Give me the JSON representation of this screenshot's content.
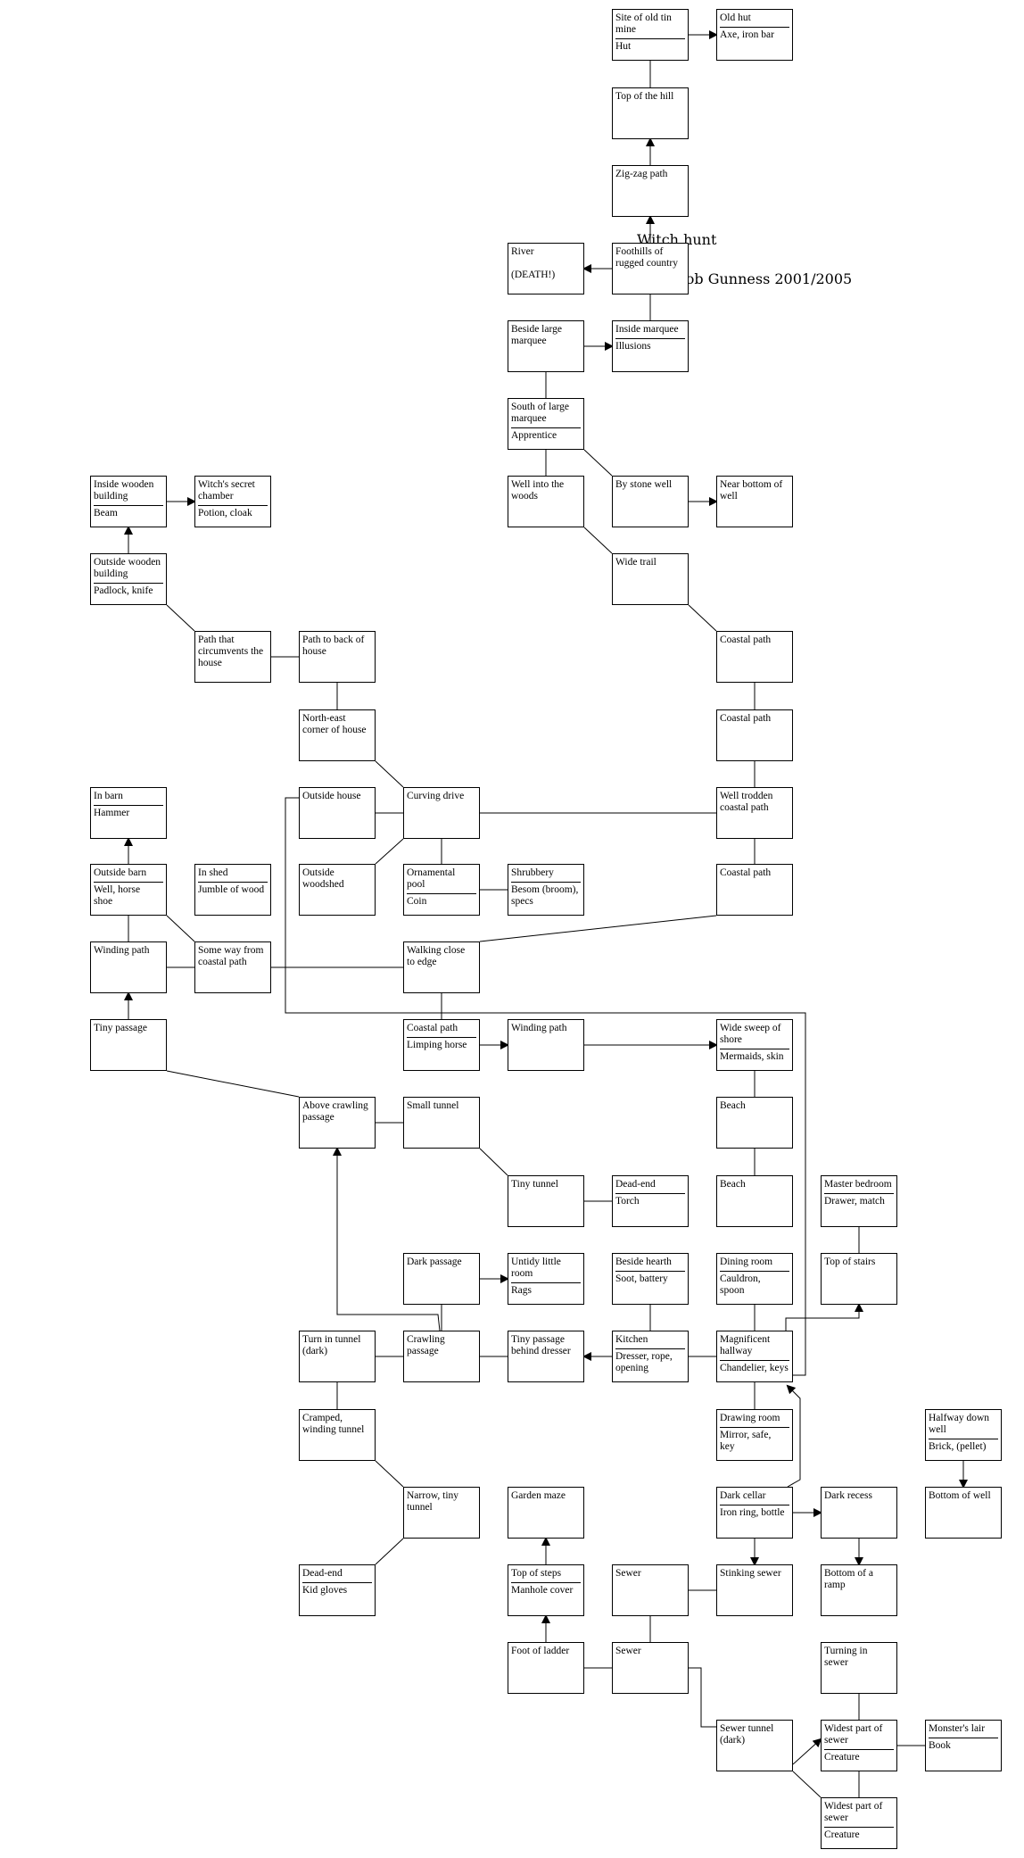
{
  "diagram": {
    "title": "Witch hunt",
    "subtitle": "(C) Jacob Gunness 2001/2005"
  },
  "nodes": [
    {
      "id": "tin-mine",
      "title": "Site of old tin\nmine",
      "items": "Hut"
    },
    {
      "id": "old-hut",
      "title": "Old hut",
      "items": "Axe, iron bar"
    },
    {
      "id": "top-hill",
      "title": "Top of the hill",
      "items": ""
    },
    {
      "id": "zigzag",
      "title": "Zig-zag path",
      "items": ""
    },
    {
      "id": "river",
      "title": "River\n\n(DEATH!)",
      "items": ""
    },
    {
      "id": "foothills",
      "title": "Foothills of\nrugged country",
      "items": ""
    },
    {
      "id": "beside-marquee",
      "title": "Beside large\nmarquee",
      "items": ""
    },
    {
      "id": "inside-marquee",
      "title": "Inside marquee",
      "items": "Illusions"
    },
    {
      "id": "south-marquee",
      "title": "South of large\nmarquee",
      "items": "Apprentice"
    },
    {
      "id": "well-woods",
      "title": "Well into the\nwoods",
      "items": ""
    },
    {
      "id": "stone-well",
      "title": "By stone well",
      "items": ""
    },
    {
      "id": "near-bottom-well",
      "title": "Near bottom of\nwell",
      "items": ""
    },
    {
      "id": "inside-wooden",
      "title": "Inside wooden\nbuilding",
      "items": "Beam"
    },
    {
      "id": "secret-chamber",
      "title": "Witch's secret\nchamber",
      "items": "Potion, cloak"
    },
    {
      "id": "outside-wooden",
      "title": "Outside wooden\nbuilding",
      "items": "Padlock, knife"
    },
    {
      "id": "wide-trail",
      "title": "Wide trail",
      "items": ""
    },
    {
      "id": "circumvent",
      "title": "Path that\ncircumvents the\nhouse",
      "items": ""
    },
    {
      "id": "back-house",
      "title": "Path to back of\nhouse",
      "items": ""
    },
    {
      "id": "coastal-1",
      "title": "Coastal path",
      "items": ""
    },
    {
      "id": "ne-corner",
      "title": "North-east\ncorner of house",
      "items": ""
    },
    {
      "id": "coastal-2",
      "title": "Coastal path",
      "items": ""
    },
    {
      "id": "in-barn",
      "title": "In barn",
      "items": "Hammer"
    },
    {
      "id": "outside-house",
      "title": "Outside house",
      "items": ""
    },
    {
      "id": "curving-drive",
      "title": "Curving drive",
      "items": ""
    },
    {
      "id": "well-trodden",
      "title": "Well trodden\ncoastal path",
      "items": ""
    },
    {
      "id": "outside-barn",
      "title": "Outside barn",
      "items": "Well, horse\nshoe"
    },
    {
      "id": "in-shed",
      "title": "In shed",
      "items": "Jumble of wood"
    },
    {
      "id": "outside-woodshed",
      "title": "Outside\nwoodshed",
      "items": ""
    },
    {
      "id": "ornamental-pool",
      "title": "Ornamental\npool",
      "items": "Coin"
    },
    {
      "id": "shrubbery",
      "title": "Shrubbery",
      "items": "Besom (broom),\nspecs"
    },
    {
      "id": "coastal-3",
      "title": "Coastal path",
      "items": ""
    },
    {
      "id": "winding-1",
      "title": "Winding path",
      "items": ""
    },
    {
      "id": "some-way",
      "title": "Some way from\ncoastal path",
      "items": ""
    },
    {
      "id": "walking-edge",
      "title": "Walking close\nto edge",
      "items": ""
    },
    {
      "id": "tiny-passage",
      "title": "Tiny passage",
      "items": ""
    },
    {
      "id": "coastal-4",
      "title": "Coastal path",
      "items": "Limping horse"
    },
    {
      "id": "winding-2",
      "title": "Winding path",
      "items": ""
    },
    {
      "id": "wide-sweep",
      "title": "Wide sweep of\nshore",
      "items": "Mermaids, skin"
    },
    {
      "id": "above-crawling",
      "title": "Above crawling\npassage",
      "items": ""
    },
    {
      "id": "small-tunnel",
      "title": "Small tunnel",
      "items": ""
    },
    {
      "id": "beach-1",
      "title": "Beach",
      "items": ""
    },
    {
      "id": "tiny-tunnel",
      "title": "Tiny tunnel",
      "items": ""
    },
    {
      "id": "dead-end-torch",
      "title": "Dead-end",
      "items": "Torch"
    },
    {
      "id": "beach-2",
      "title": "Beach",
      "items": ""
    },
    {
      "id": "master-bedroom",
      "title": "Master bedroom",
      "items": "Drawer, match"
    },
    {
      "id": "dark-passage",
      "title": "Dark passage",
      "items": ""
    },
    {
      "id": "untidy-room",
      "title": "Untidy little\nroom",
      "items": "Rags"
    },
    {
      "id": "beside-hearth",
      "title": "Beside hearth",
      "items": "Soot, battery"
    },
    {
      "id": "dining-room",
      "title": "Dining room",
      "items": "Cauldron,\nspoon"
    },
    {
      "id": "top-stairs",
      "title": "Top of stairs",
      "items": ""
    },
    {
      "id": "turn-tunnel",
      "title": "Turn in tunnel\n(dark)",
      "items": ""
    },
    {
      "id": "crawling-passage",
      "title": "Crawling\npassage",
      "items": ""
    },
    {
      "id": "tiny-behind-dresser",
      "title": "Tiny passage\nbehind dresser",
      "items": ""
    },
    {
      "id": "kitchen",
      "title": "Kitchen",
      "items": "Dresser, rope,\nopening"
    },
    {
      "id": "hallway",
      "title": "Magnificent\nhallway",
      "items": "Chandelier, keys"
    },
    {
      "id": "cramped-tunnel",
      "title": "Cramped,\nwinding tunnel",
      "items": ""
    },
    {
      "id": "drawing-room",
      "title": "Drawing room",
      "items": "Mirror, safe,\nkey"
    },
    {
      "id": "halfway-well",
      "title": "Halfway down\nwell",
      "items": "Brick, (pellet)"
    },
    {
      "id": "narrow-tunnel",
      "title": "Narrow, tiny\ntunnel",
      "items": ""
    },
    {
      "id": "garden-maze",
      "title": "Garden maze",
      "items": ""
    },
    {
      "id": "dark-cellar",
      "title": "Dark cellar",
      "items": "Iron ring, bottle"
    },
    {
      "id": "dark-recess",
      "title": "Dark recess",
      "items": ""
    },
    {
      "id": "bottom-well",
      "title": "Bottom of well",
      "items": ""
    },
    {
      "id": "dead-end-gloves",
      "title": "Dead-end",
      "items": "Kid gloves"
    },
    {
      "id": "top-steps",
      "title": "Top of steps",
      "items": "Manhole cover"
    },
    {
      "id": "sewer-1",
      "title": "Sewer",
      "items": ""
    },
    {
      "id": "stinking-sewer",
      "title": "Stinking sewer",
      "items": ""
    },
    {
      "id": "bottom-ramp",
      "title": "Bottom of a\nramp",
      "items": ""
    },
    {
      "id": "foot-ladder",
      "title": "Foot of ladder",
      "items": ""
    },
    {
      "id": "sewer-2",
      "title": "Sewer",
      "items": ""
    },
    {
      "id": "turning-sewer",
      "title": "Turning in\nsewer",
      "items": ""
    },
    {
      "id": "sewer-tunnel",
      "title": "Sewer tunnel\n(dark)",
      "items": ""
    },
    {
      "id": "widest-1",
      "title": "Widest part of\nsewer",
      "items": "Creature"
    },
    {
      "id": "monster-lair",
      "title": "Monster's lair",
      "items": "Book"
    },
    {
      "id": "widest-2",
      "title": "Widest part of\nsewer",
      "items": "Creature"
    }
  ]
}
